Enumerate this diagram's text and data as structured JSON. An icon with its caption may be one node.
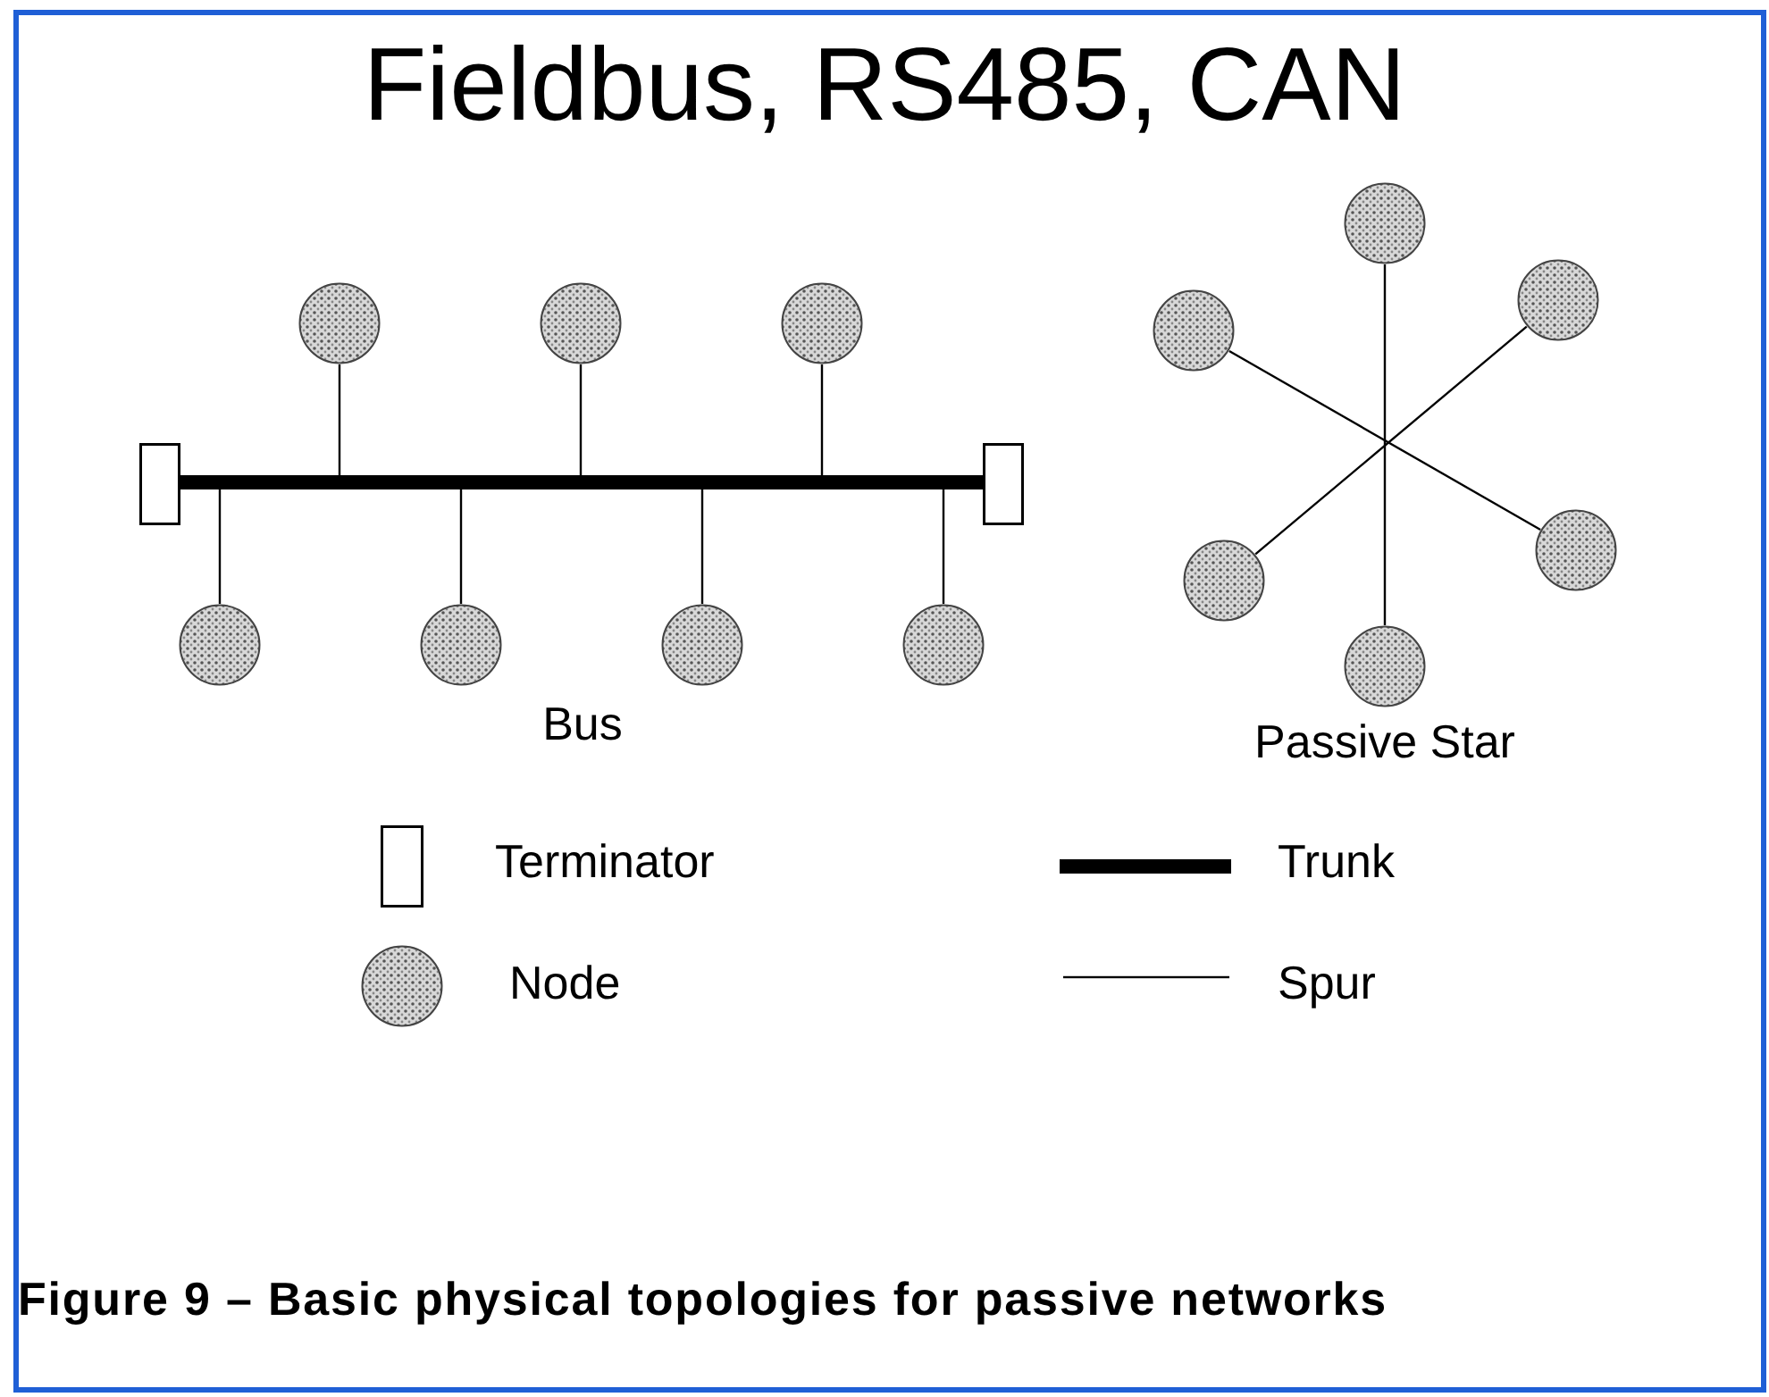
{
  "diagram": {
    "title": "Fieldbus, RS485, CAN",
    "caption": "Figure 9 – Basic physical topologies for passive networks",
    "nodes": [
      {
        "text": [],
        "shape": "box"
      },
      {
        "text": [],
        "shape": "bar"
      },
      {
        "text": [],
        "shape": "box"
      },
      {
        "text": [],
        "shape": "circle"
      },
      {
        "text": [],
        "shape": "circle"
      },
      {
        "text": [],
        "shape": "circle"
      },
      {
        "text": [],
        "shape": "circle"
      },
      {
        "text": [],
        "shape": "circle"
      },
      {
        "text": [],
        "shape": "circle"
      },
      {
        "text": [],
        "shape": "circle"
      },
      {
        "text": [],
        "shape": "circle"
      },
      {
        "text": [],
        "shape": "circle"
      },
      {
        "text": [],
        "shape": "circle"
      },
      {
        "text": [],
        "shape": "circle"
      },
      {
        "text": [],
        "shape": "circle"
      },
      {
        "text": [],
        "shape": "circle"
      }
    ],
    "edges": [
      {
        "from": 1,
        "to": 3,
        "arrow": "none"
      },
      {
        "from": 1,
        "to": 4,
        "arrow": "none"
      },
      {
        "from": 1,
        "to": 5,
        "arrow": "none"
      },
      {
        "from": 1,
        "to": 6,
        "arrow": "none"
      },
      {
        "from": 1,
        "to": 7,
        "arrow": "none"
      },
      {
        "from": 1,
        "to": 8,
        "arrow": "none"
      },
      {
        "from": 1,
        "to": 9,
        "arrow": "none"
      },
      {
        "from": 10,
        "to": 15,
        "arrow": "none"
      },
      {
        "from": 11,
        "to": 13,
        "arrow": "none"
      },
      {
        "from": 12,
        "to": 14,
        "arrow": "none"
      }
    ],
    "labels": [
      "Bus",
      "Passive Star"
    ],
    "legend": [
      {
        "text": "Terminator"
      },
      {
        "text": "Trunk"
      },
      {
        "text": "Node"
      },
      {
        "text": "Spur"
      }
    ]
  }
}
